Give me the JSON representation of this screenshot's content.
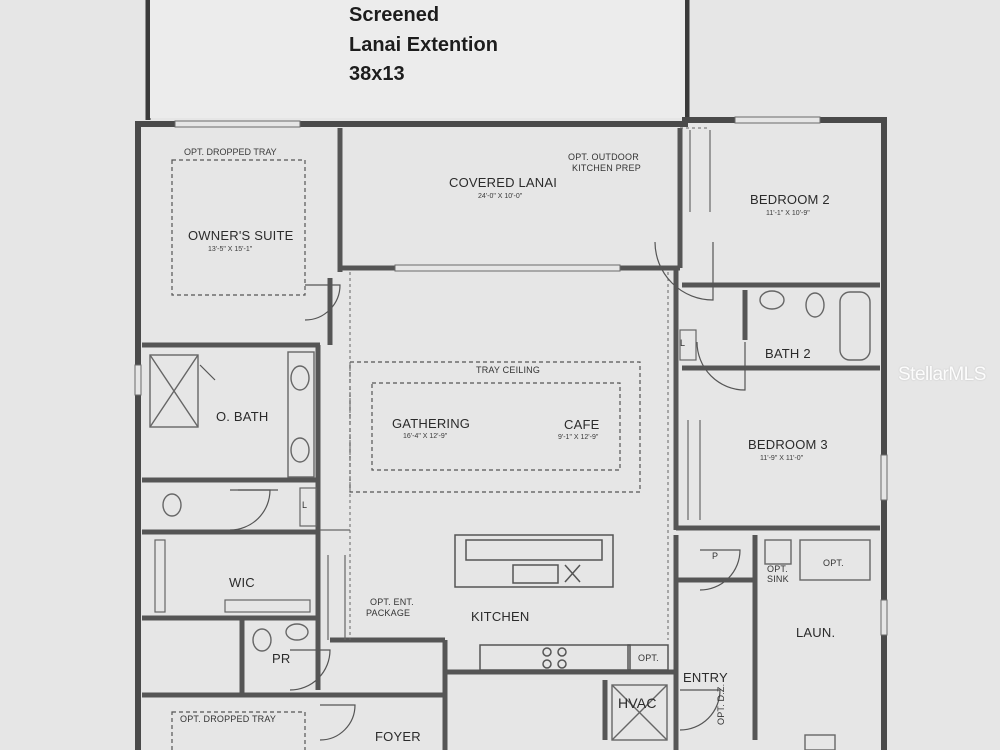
{
  "header": {
    "line1": "Screened",
    "line2": "Lanai Extention",
    "line3": "38x13"
  },
  "rooms": {
    "owners_suite": {
      "tray": "OPT. DROPPED TRAY",
      "name": "OWNER'S SUITE",
      "dims": "13'-5\" x 15'-1\""
    },
    "covered_lanai": {
      "name": "COVERED LANAI",
      "dims": "24'-0\" x 10'-0\""
    },
    "outdoor_kitchen": {
      "line1": "OPT. OUTDOOR",
      "line2": "KITCHEN PREP"
    },
    "bedroom2": {
      "name": "BEDROOM 2",
      "dims": "11'-1\" x 10'-9\""
    },
    "bath2": {
      "name": "BATH 2"
    },
    "tray_ceiling": {
      "name": "TRAY CEILING"
    },
    "gathering": {
      "name": "GATHERING",
      "dims": "16'-4\" x 12'-9\""
    },
    "cafe": {
      "name": "CAFE",
      "dims": "9'-1\" x 12'-9\""
    },
    "o_bath": {
      "name": "O. BATH"
    },
    "bedroom3": {
      "name": "BEDROOM 3",
      "dims": "11'-9\" x 11'-0\""
    },
    "linen_1": {
      "name": "L"
    },
    "linen_2": {
      "name": "L"
    },
    "wic": {
      "name": "WIC"
    },
    "package": {
      "line1": "OPT. ENT.",
      "line2": "PACKAGE"
    },
    "kitchen": {
      "name": "KITCHEN"
    },
    "pantry": {
      "name": "P"
    },
    "sink": {
      "line1": "OPT.",
      "line2": "SINK"
    },
    "laundry_opt": {
      "name": "OPT."
    },
    "laundry": {
      "name": "LAUN."
    },
    "powder": {
      "name": "PR"
    },
    "kitchen_opt": {
      "name": "OPT."
    },
    "entry": {
      "name": "ENTRY"
    },
    "opt_dz": {
      "name": "OPT. D.Z."
    },
    "hvac": {
      "name": "HVAC"
    },
    "dropped_tray_2": {
      "name": "OPT. DROPPED TRAY"
    },
    "foyer": {
      "name": "FOYER"
    }
  },
  "watermark": {
    "text": "StellarMLS"
  },
  "colors": {
    "wall": "#4a4a4a",
    "paper": "#e6e6e6",
    "fixture": "#777777"
  }
}
